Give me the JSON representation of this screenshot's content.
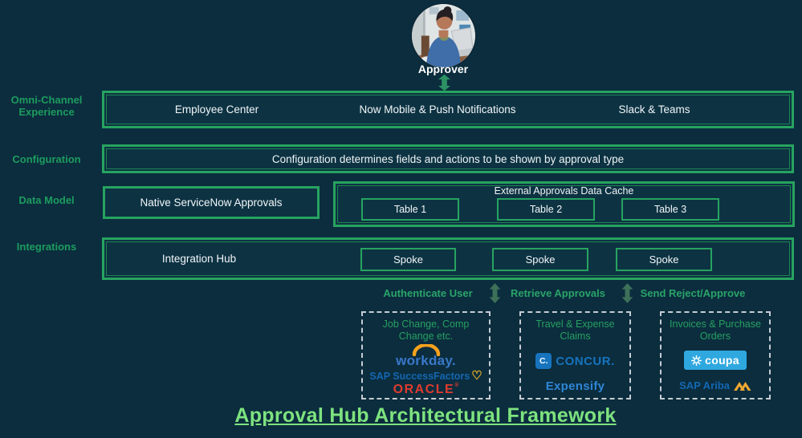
{
  "title": "Approval Hub Architectural Framework",
  "approver": {
    "label": "Approver"
  },
  "side_labels": {
    "omni_channel": "Omni-Channel Experience",
    "configuration": "Configuration",
    "data_model": "Data Model",
    "integrations": "Integrations"
  },
  "omni_row": {
    "items": [
      "Employee Center",
      "Now Mobile & Push Notifications",
      "Slack & Teams"
    ]
  },
  "configuration_row": {
    "text": "Configuration determines fields and actions to be shown by approval type"
  },
  "data_model_row": {
    "native_label": "Native ServiceNow Approvals",
    "cache_title": "External Approvals Data Cache",
    "tables": [
      "Table 1",
      "Table 2",
      "Table 3"
    ]
  },
  "integrations_row": {
    "hub_label": "Integration Hub",
    "spokes": [
      "Spoke",
      "Spoke",
      "Spoke"
    ]
  },
  "flows": {
    "authenticate": "Authenticate User",
    "retrieve": "Retrieve Approvals",
    "send": "Send Reject/Approve"
  },
  "vendor_groups": [
    {
      "category": "Job Change, Comp Change etc.",
      "workday_label": "workday.",
      "successfactors_label": "SAP SuccessFactors",
      "heart_icon": "♡",
      "oracle_label": "ORACLE",
      "oracle_reg": "®"
    },
    {
      "category": "Travel & Expense Claims",
      "concur_icon_label": "C.",
      "concur_label": "CONCUR.",
      "expensify_label": "Expensify"
    },
    {
      "category": "Invoices & Purchase Orders",
      "coupa_label": "coupa",
      "ariba_label": "SAP Ariba"
    }
  ],
  "colors": {
    "background": "#0b2d3e",
    "box_border_green": "#27a35f",
    "side_label_green": "#1d9c5e",
    "flow_label_green": "#2aa469",
    "flow_arrow_green": "#3d7058",
    "approver_arrow_green": "#2d9164",
    "title_green": "#7ee37f",
    "text_white": "#f2f6f8",
    "dashed_border_gray": "#c7cdd4",
    "workday_blue": "#3a78c9",
    "workday_arc_orange": "#f6a21d",
    "sap_blue": "#1467b2",
    "heart_gold": "#f5b91e",
    "oracle_red": "#e03b2d",
    "concur_blue": "#1774bd",
    "expensify_blue": "#2f86d6",
    "coupa_blue": "#2fa8e0",
    "ariba_gold": "#f0a830"
  }
}
